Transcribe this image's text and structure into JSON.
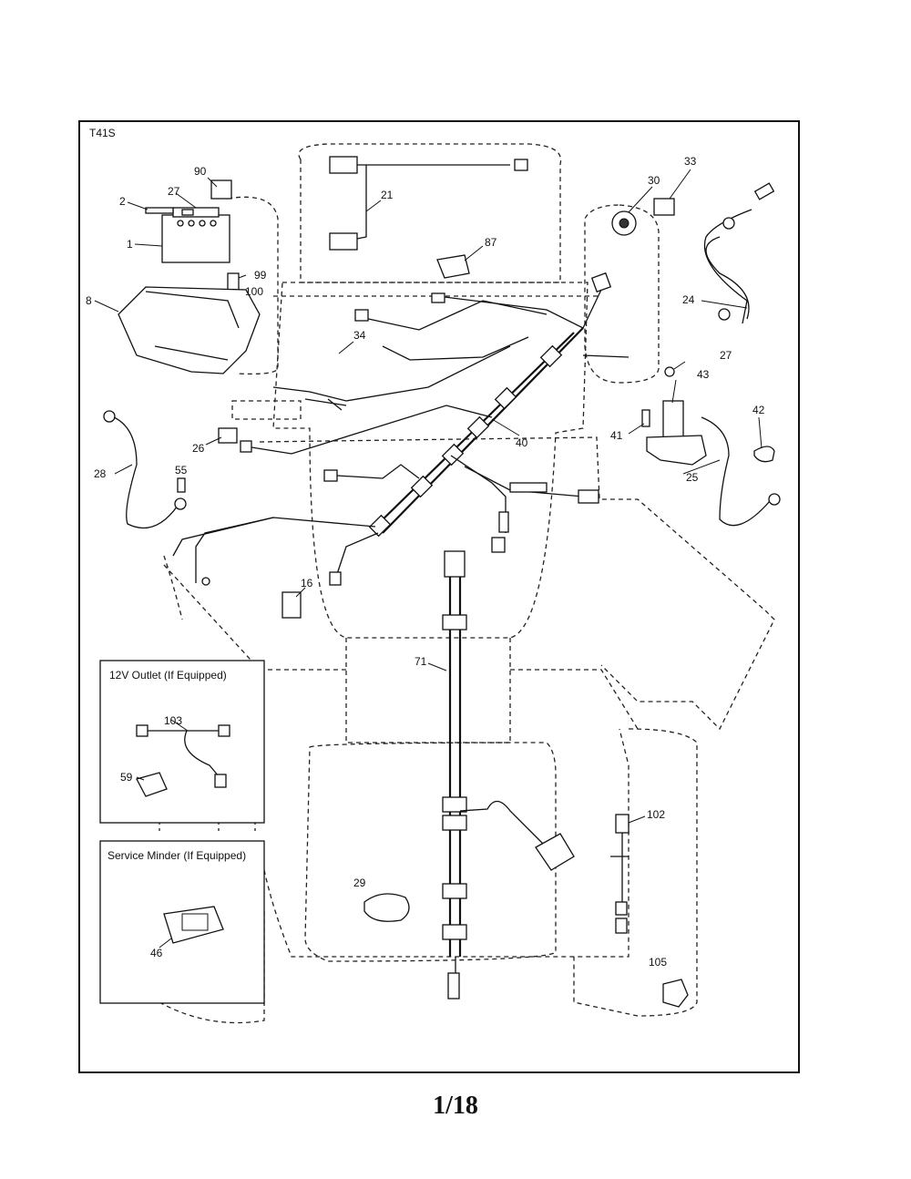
{
  "diagram": {
    "model_code": "T41S",
    "page_number": "1/18",
    "inset_12v": {
      "title": "12V Outlet (If Equipped)",
      "parts": [
        "103",
        "59"
      ]
    },
    "inset_service": {
      "title": "Service Minder (If Equipped)",
      "parts": [
        "46"
      ]
    },
    "callouts": {
      "p90": "90",
      "p27a": "27",
      "p2": "2",
      "p1": "1",
      "p99": "99",
      "p100": "100",
      "p8": "8",
      "p21": "21",
      "p87": "87",
      "p30": "30",
      "p33": "33",
      "p24": "24",
      "p34": "34",
      "p27b": "27",
      "p43": "43",
      "p41": "41",
      "p42": "42",
      "p25": "25",
      "p40": "40",
      "p26": "26",
      "p28": "28",
      "p55": "55",
      "p16": "16",
      "p71": "71",
      "p103": "103",
      "p59": "59",
      "p46": "46",
      "p29": "29",
      "p102": "102",
      "p105": "105"
    }
  }
}
